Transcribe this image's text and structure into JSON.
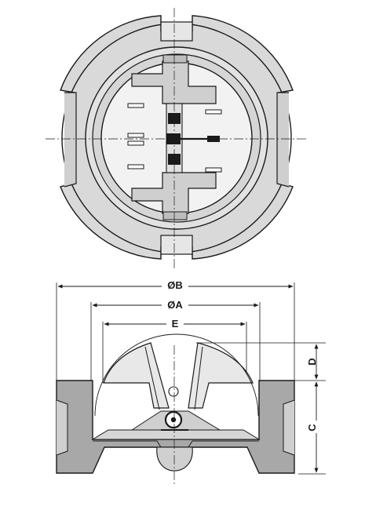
{
  "dimensions": {
    "ob": "ØB",
    "oa": "ØA",
    "e": "E",
    "d": "D",
    "c": "C"
  },
  "colors": {
    "body_fill": "#d9d9d9",
    "body_dark": "#9a9a9a",
    "line": "#1a1a1a",
    "background": "#ffffff"
  }
}
